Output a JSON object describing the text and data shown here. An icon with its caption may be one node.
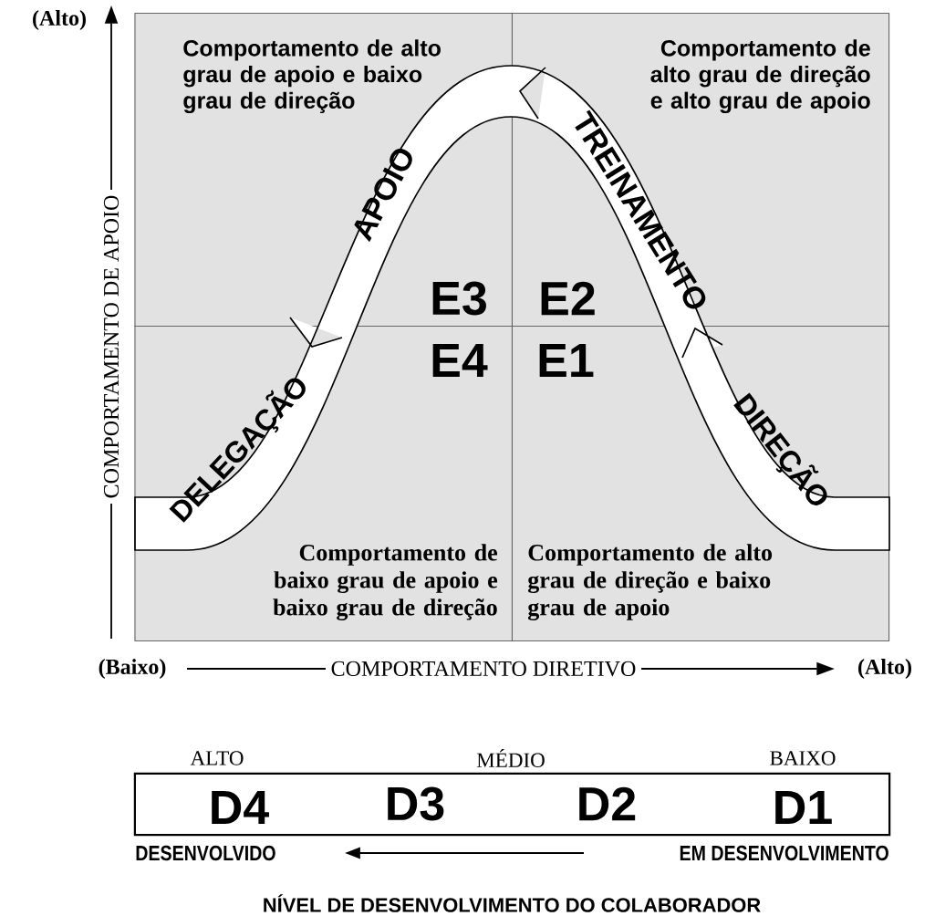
{
  "diagram": {
    "caption": "NÍVEL DE DESENVOLVIMENTO DO COLABORADOR",
    "nodes": [
      {
        "text": [
          "Comportamento de alto grau de apoio e baixo grau de direção",
          "E3"
        ]
      },
      {
        "text": [
          "Comportamento de alto grau de direção e alto grau de apoio",
          "E2"
        ]
      },
      {
        "text": [
          "E4",
          "Comportamento de baixo grau de apoio e baixo grau de direção"
        ]
      },
      {
        "text": [
          "E1",
          "Comportamento de alto grau de direção e baixo grau de apoio"
        ]
      },
      {
        "text": [
          "D4",
          "D3",
          "D2",
          "D1"
        ]
      }
    ],
    "labels": [
      "(Alto)",
      "COMPORTAMENTO DE APOIO",
      "APOIO",
      "TREINAMENTO",
      "DELEGAÇÃO",
      "DIREÇÃO",
      "(Baixo)",
      "COMPORTAMENTO DIRETIVO",
      "(Alto)",
      "ALTO",
      "MÉDIO",
      "BAIXO",
      "DESENVOLVIDO",
      "EM DESENVOLVIMENTO"
    ]
  }
}
